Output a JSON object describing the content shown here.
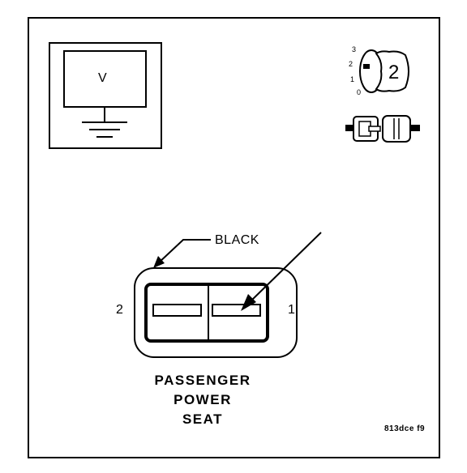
{
  "meter": {
    "label": "V"
  },
  "connector_view": {
    "pins": [
      "3",
      "2",
      "1",
      "0"
    ],
    "number": "2"
  },
  "connector": {
    "color": "BLACK",
    "terminals": {
      "left": "2",
      "right": "1"
    }
  },
  "title": {
    "line1": "PASSENGER",
    "line2": "POWER",
    "line3": "SEAT"
  },
  "figure_id": "813dce f9"
}
